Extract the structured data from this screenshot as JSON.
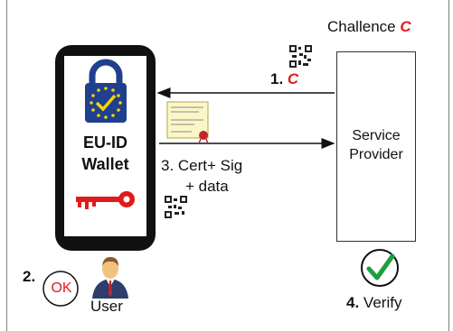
{
  "challenge": {
    "label": "Challence",
    "symbol": "C"
  },
  "steps": {
    "step1_number": "1.",
    "step1_symbol": "C",
    "step2_number": "2.",
    "ok_label": "OK",
    "step3_line1": "3.  Cert+ Sig",
    "step3_line2": "+ data",
    "step4_number": "4.",
    "step4_label": "Verify"
  },
  "wallet": {
    "line1": "EU-ID",
    "line2": "Wallet"
  },
  "service_provider": {
    "line1": "Service",
    "line2": "Provider"
  },
  "user_label": "User",
  "colors": {
    "accent_red": "#e01b1b",
    "check_green": "#1e9e3a",
    "eu_blue": "#1f3f8f",
    "eu_yellow": "#f5d300"
  },
  "icons": [
    "eu-lock-icon",
    "key-icon",
    "qr-code-icon",
    "certificate-icon",
    "user-icon",
    "check-icon"
  ]
}
